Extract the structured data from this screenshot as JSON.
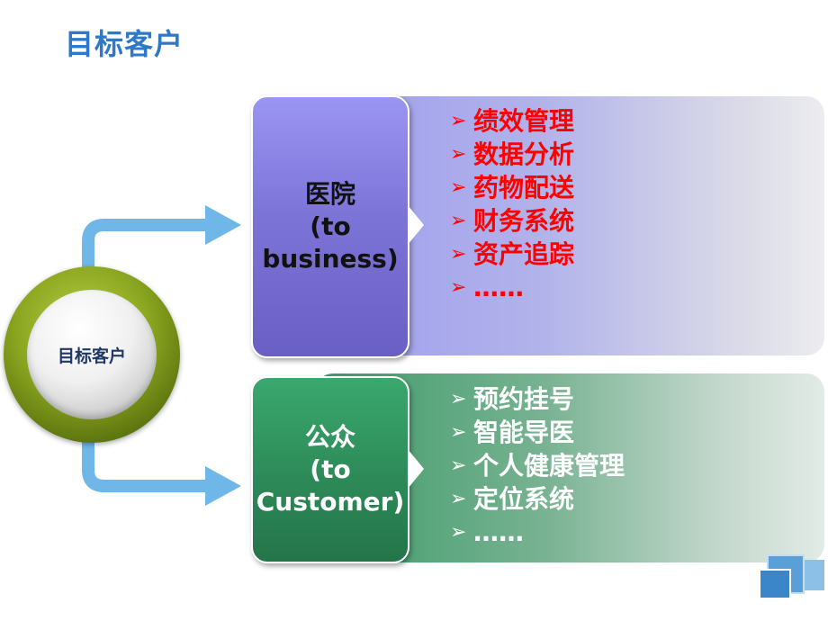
{
  "page_title": "目标客户",
  "center_circle": {
    "label": "目标客户"
  },
  "segments": [
    {
      "heading": [
        "医院",
        "(to",
        "business)"
      ],
      "items": [
        "绩效管理",
        "数据分析",
        "药物配送",
        "财务系统",
        "资产追踪",
        "……"
      ],
      "item_color": "#ff0000",
      "box_color": "#7d74d8"
    },
    {
      "heading": [
        "公众",
        "(to",
        "Customer)"
      ],
      "items": [
        "预约挂号",
        "智能导医",
        "个人健康管理",
        "定位系统",
        "……"
      ],
      "item_color": "#ffffff",
      "box_color": "#2d8a58"
    }
  ],
  "bullet_icon": "arrow-bullet-icon",
  "colors": {
    "title": "#2e78c8",
    "connector": "#6fb7e8",
    "ring": "#8aa51f"
  }
}
